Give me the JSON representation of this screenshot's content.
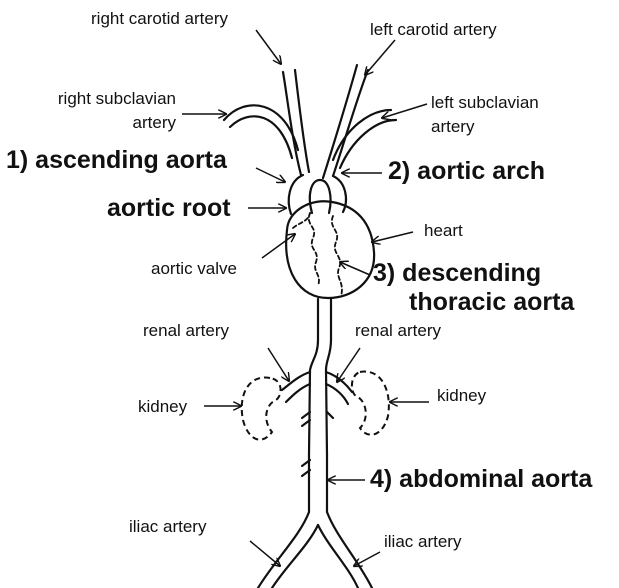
{
  "labels": {
    "right_carotid": "right carotid artery",
    "left_carotid": "left carotid artery",
    "right_subclavian_1": "right subclavian",
    "right_subclavian_2": "artery",
    "left_subclavian_1": "left subclavian",
    "left_subclavian_2": "artery",
    "ascending_aorta": "1) ascending aorta",
    "aortic_arch": "2) aortic arch",
    "aortic_root": "aortic root",
    "heart": "heart",
    "aortic_valve": "aortic valve",
    "descending_1": "3) descending",
    "descending_2": "thoracic aorta",
    "renal_left_side": "renal artery",
    "renal_right_side": "renal artery",
    "kidney_left_side": "kidney",
    "kidney_right_side": "kidney",
    "abdominal_aorta": "4) abdominal aorta",
    "iliac_left_side": "iliac artery",
    "iliac_right_side": "iliac artery"
  },
  "colors": {
    "ink": "#111111",
    "background": "#ffffff"
  }
}
